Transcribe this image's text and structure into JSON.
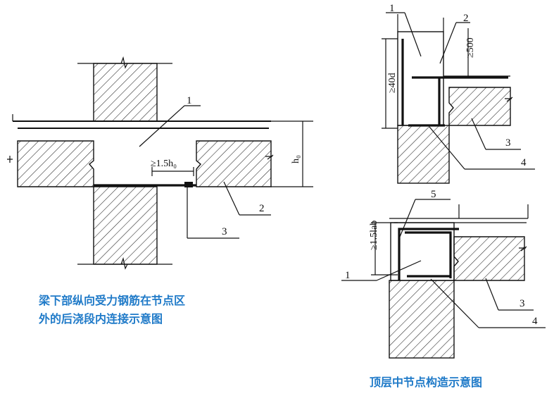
{
  "left_diagram": {
    "labels": {
      "n1": "1",
      "n2": "2",
      "n3": "3"
    },
    "dims": {
      "lap": "≥1.5h₀",
      "height": "h₀"
    },
    "caption_line1": "梁下部纵向受力钢筋在节点区",
    "caption_line2": "外的后浇段内连接示意图"
  },
  "top_right_diagram": {
    "labels": {
      "n1": "1",
      "n2": "2",
      "n3": "3",
      "n4": "4"
    },
    "dims": {
      "anchor": "≥40d",
      "top": "≥500"
    }
  },
  "bottom_right_diagram": {
    "labels": {
      "n1": "1",
      "n3": "3",
      "n4": "4",
      "n5": "5"
    },
    "dims": {
      "anchor": "≥1.5lab"
    },
    "caption": "顶层中节点构造示意图"
  }
}
